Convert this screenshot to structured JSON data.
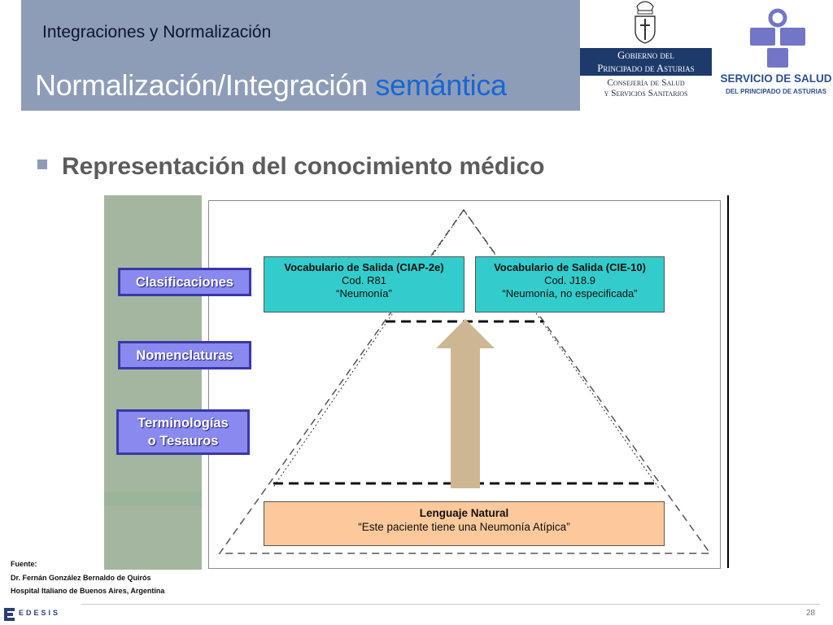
{
  "header": {
    "subtitle": "Integraciones y Normalización",
    "title_main": "Normalización/Integración",
    "title_accent": "semántica"
  },
  "logos": {
    "gobierno": {
      "line1": "Gobierno del",
      "line2": "Principado de Asturias",
      "line3": "Consejería de Salud",
      "line4": "y Servicios Sanitarios"
    },
    "sespa": {
      "name": "SERVICIO DE SALUD",
      "sub": "DEL PRINCIPADO DE ASTURIAS"
    }
  },
  "bullet": {
    "text": "Representación del conocimiento médico"
  },
  "diagram": {
    "levels": {
      "clasificaciones": "Clasificaciones",
      "nomenclaturas": "Nomenclaturas",
      "terminologias_l1": "Terminologías",
      "terminologias_l2": "o Tesauros"
    },
    "vocab_ciap": {
      "title": "Vocabulario de Salida (CIAP-2e)",
      "code": "Cod. R81",
      "term": "“Neumonía”"
    },
    "vocab_cie": {
      "title": "Vocabulario de Salida (CIE-10)",
      "code": "Cod. J18.9",
      "term": "“Neumonía, no especificada”"
    },
    "natural": {
      "title": "Lenguaje Natural",
      "text": "“Este paciente tiene una Neumonía Atípica”"
    }
  },
  "source": {
    "label": "Fuente:",
    "author": "Dr. Fernán González Bernaldo de Quirós",
    "institution": "Hospital Italiano de Buenos Aires, Argentina"
  },
  "footer": {
    "brand": "EDESIS",
    "page": "28"
  },
  "colors": {
    "header_band": "#8e9db7",
    "title_accent": "#1667d6",
    "level_box": "#8a89f0",
    "vocab_box": "#33cccc",
    "natural_box": "#fdc99b",
    "arrow": "#cdb793",
    "green_column": "#a5b6a0"
  }
}
